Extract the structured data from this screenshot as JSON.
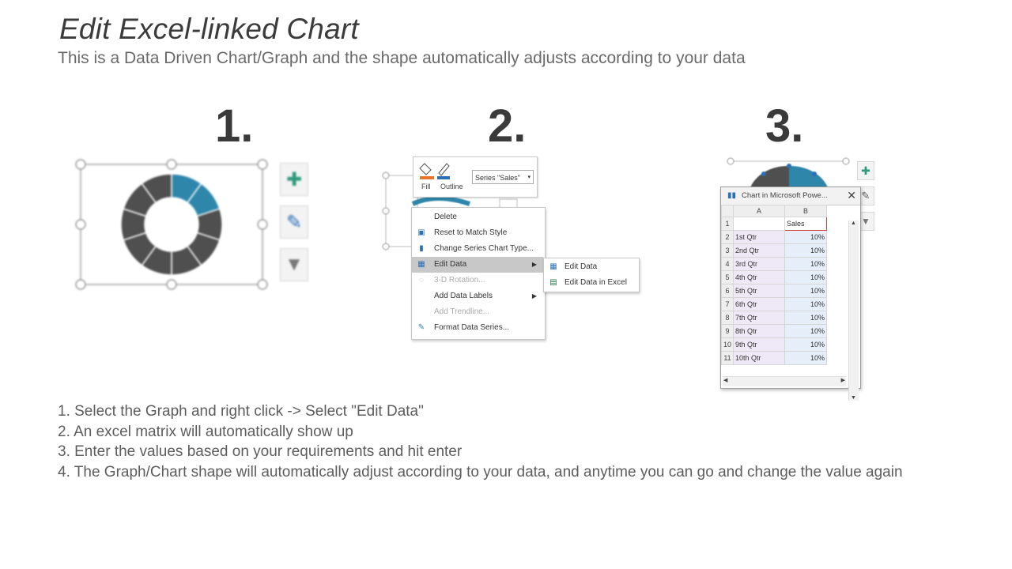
{
  "header": {
    "title": "Edit Excel-linked Chart",
    "subtitle": "This is a Data Driven Chart/Graph and the shape automatically adjusts according to your data"
  },
  "steps": [
    "1.",
    "2.",
    "3."
  ],
  "colors": {
    "accent_teal": "#2e86ab",
    "dark_gray": "#4f4f4f",
    "highlight": "#c8c8c8"
  },
  "panel1": {
    "donut_icons": [
      "plus-icon",
      "brush-icon",
      "filter-icon"
    ]
  },
  "panel2": {
    "ribbon": {
      "fill_label": "Fill",
      "outline_label": "Outline",
      "series_value": "Series \"Sales\""
    },
    "context_menu": [
      {
        "label": "Delete",
        "icon": "delete-icon",
        "disabled": false
      },
      {
        "label": "Reset to Match Style",
        "icon": "reset-icon",
        "disabled": false
      },
      {
        "label": "Change Series Chart Type...",
        "icon": "chart-type-icon",
        "disabled": false
      },
      {
        "label": "Edit Data",
        "icon": "edit-data-icon",
        "disabled": false,
        "highlighted": true,
        "submenu": true
      },
      {
        "label": "3-D Rotation...",
        "icon": "rotation-icon",
        "disabled": true
      },
      {
        "label": "Add Data Labels",
        "icon": "",
        "disabled": false,
        "submenu": true
      },
      {
        "label": "Add Trendline...",
        "icon": "",
        "disabled": true
      },
      {
        "label": "Format Data Series...",
        "icon": "format-icon",
        "disabled": false
      }
    ],
    "submenu": [
      {
        "label": "Edit Data",
        "icon": "edit-data-icon"
      },
      {
        "label": "Edit Data in Excel",
        "icon": "excel-icon"
      }
    ]
  },
  "panel3": {
    "window_title": "Chart in Microsoft Powe...",
    "col_headers": [
      "A",
      "B"
    ],
    "header_row": {
      "row": "1",
      "a": "",
      "b": "Sales"
    },
    "rows": [
      {
        "row": "2",
        "a": "1st Qtr",
        "b": "10%"
      },
      {
        "row": "3",
        "a": "2nd Qtr",
        "b": "10%"
      },
      {
        "row": "4",
        "a": "3rd Qtr",
        "b": "10%"
      },
      {
        "row": "5",
        "a": "4th Qtr",
        "b": "10%"
      },
      {
        "row": "6",
        "a": "5th Qtr",
        "b": "10%"
      },
      {
        "row": "7",
        "a": "6th Qtr",
        "b": "10%"
      },
      {
        "row": "8",
        "a": "7th Qtr",
        "b": "10%"
      },
      {
        "row": "9",
        "a": "8th Qtr",
        "b": "10%"
      },
      {
        "row": "10",
        "a": "9th Qtr",
        "b": "10%"
      },
      {
        "row": "11",
        "a": "10th Qtr",
        "b": "10%"
      }
    ]
  },
  "instructions": [
    "1. Select the Graph and right click -> Select \"Edit Data\"",
    "2. An excel matrix will automatically show up",
    "3. Enter the values based on your requirements and hit enter",
    "4. The Graph/Chart shape will automatically adjust according to your data, and anytime you can go and change the value again"
  ]
}
